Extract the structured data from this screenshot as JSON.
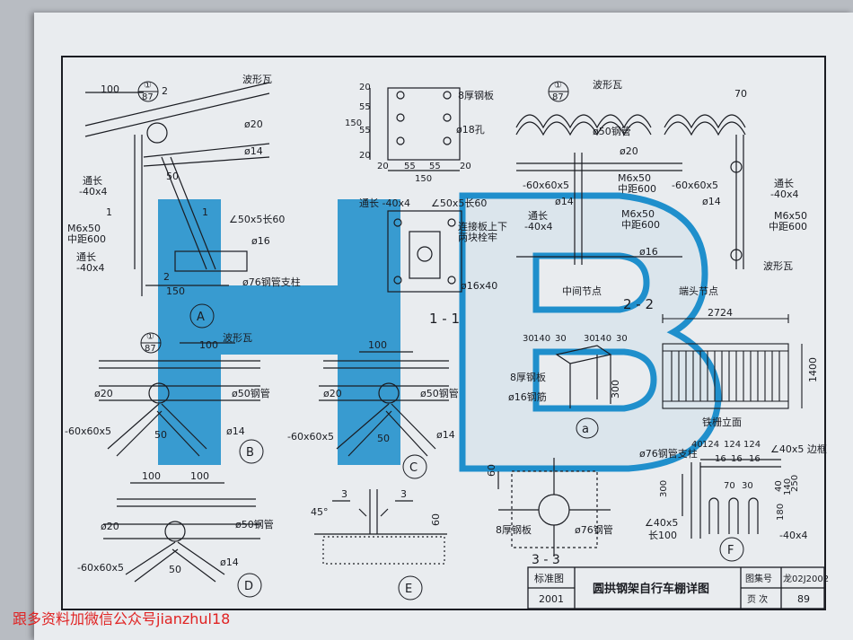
{
  "page": {
    "watermark": "跟多资料加微信公众号jianzhul18",
    "accent_blue": "#1f8fcc",
    "logo_letters": "HB"
  },
  "title_block": {
    "std_label": "标准图",
    "year": "2001",
    "title": "圆拱钢架自行车棚详图",
    "atlas_label": "图集号",
    "atlas_no": "龙02J2002",
    "page_label": "页 次",
    "page_no": "89"
  },
  "detail_A": {
    "marker": "A",
    "dims": [
      "100",
      "150",
      "50",
      "2"
    ],
    "ref_top": "①",
    "ref_bottom": "87",
    "labels": {
      "wave_tile": "波形瓦",
      "phi20": "ø20",
      "phi14": "ø14",
      "phi16": "ø16",
      "strip": "通长",
      "strip_size": "-40x4",
      "strip2": "通长",
      "strip2_size": "-40x4",
      "bolt": "M6x50",
      "bolt_spacing": "中距600",
      "angle": "∠50x5长60",
      "post": "ø76钢管支柱",
      "sec1": "1",
      "sec2": "2",
      "sec2b": "2"
    }
  },
  "plate_detail": {
    "dims_v": [
      "20",
      "55",
      "55",
      "20"
    ],
    "total_v": "150",
    "dims_h": [
      "20",
      "55",
      "55",
      "20"
    ],
    "total_h": "150",
    "plate": "8厚钢板",
    "hole": "ø18孔"
  },
  "section_11": {
    "title": "1 - 1",
    "strip": "通长 -40x4",
    "angle": "∠50x5长60",
    "weld_note_1": "连接板上下",
    "weld_note_2": "两块栓牢",
    "bar": "ø16x40"
  },
  "section_22": {
    "title": "2 - 2",
    "mid_node": "中间节点",
    "end_node": "端头节点",
    "wave_tile": "波形瓦",
    "wave_tile2": "波形瓦",
    "pipe": "ø50钢管",
    "phi20": "ø20",
    "plate": "-60x60x5",
    "plate2": "-60x60x5",
    "bolt": "M6x50",
    "bolt_spacing": "中距600",
    "bolt2": "M6x50",
    "bolt2_spacing": "中距600",
    "bolt3": "M6x50",
    "bolt3_spacing": "中距600",
    "strip": "通长",
    "strip_size": "-40x4",
    "strip2": "通长",
    "strip2_size": "-40x4",
    "phi14": "ø14",
    "phi14b": "ø14",
    "phi16": "ø16",
    "dim70": "70",
    "ref_top": "①",
    "ref_bottom": "87"
  },
  "detail_a": {
    "marker": "a",
    "dims": [
      "30",
      "140",
      "30"
    ],
    "dims2": [
      "30",
      "140",
      "30"
    ],
    "plate": "8厚钢板",
    "bar": "ø16钢筋",
    "height": "300"
  },
  "fence": {
    "title": "铁栅立面",
    "width": "2724",
    "height": "1400"
  },
  "detail_B": {
    "marker": "B",
    "dim": "100",
    "dim50": "50",
    "wave": "波形瓦",
    "phi20": "ø20",
    "pipe": "ø50钢管",
    "plate": "-60x60x5",
    "phi14": "ø14",
    "ref_top": "①",
    "ref_bottom": "87"
  },
  "detail_C": {
    "marker": "C",
    "dim": "100",
    "dim50": "50",
    "phi20": "ø20",
    "pipe": "ø50钢管",
    "plate": "-60x60x5",
    "phi14": "ø14"
  },
  "detail_D": {
    "marker": "D",
    "dims": [
      "100",
      "100"
    ],
    "dim50": "50",
    "phi20": "ø20",
    "pipe": "ø50钢管",
    "plate": "-60x60x5",
    "phi14": "ø14"
  },
  "detail_E": {
    "marker": "E",
    "sec_a": "3",
    "sec_b": "3",
    "angle": "45°",
    "dim": "60"
  },
  "section_33": {
    "title": "3 - 3",
    "dim": "60",
    "plate": "8厚钢板",
    "pipe": "ø76钢管"
  },
  "detail_F": {
    "marker": "F",
    "post": "ø76钢管支柱",
    "edge": "∠40x5 边框",
    "top_dims": [
      "40",
      "124",
      "124",
      "124"
    ],
    "mid_dims": [
      "16",
      "16",
      "16"
    ],
    "dim70": "70",
    "dim30": "30",
    "v_dims": [
      "40",
      "140",
      "180",
      "250"
    ],
    "dim300": "300",
    "angle_label": "∠40x5",
    "angle_len": "长100",
    "strip": "-40x4"
  }
}
